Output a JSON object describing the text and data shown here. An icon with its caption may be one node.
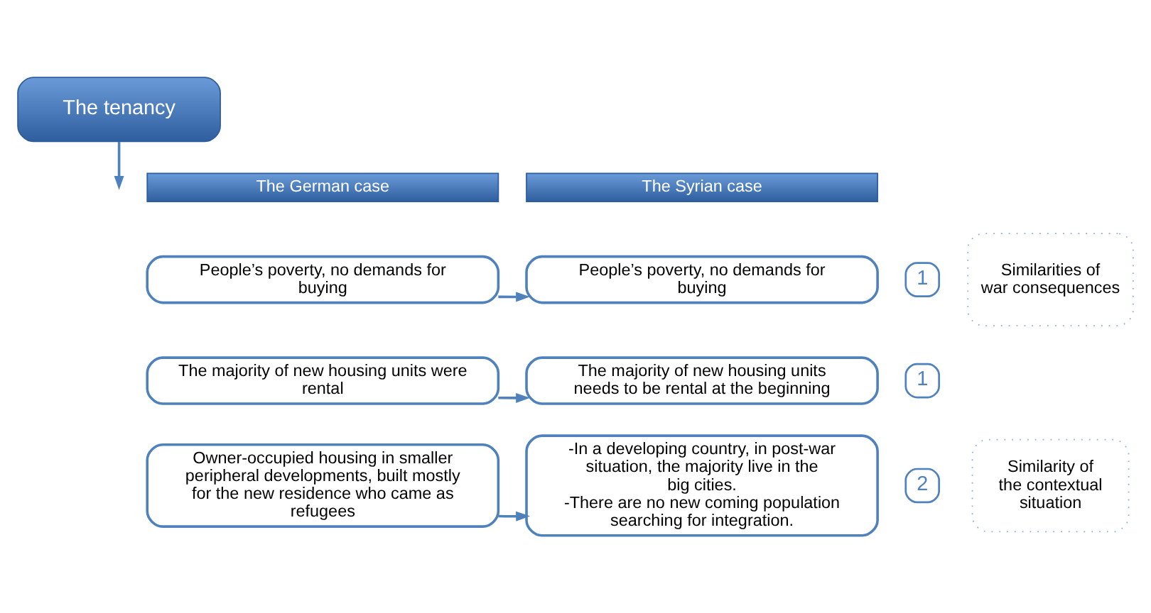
{
  "diagram": {
    "nodes": [
      {
        "text": [
          "The tenancy"
        ]
      },
      {
        "text": [
          "The German case"
        ]
      },
      {
        "text": [
          "The Syrian case"
        ]
      },
      {
        "text": [
          "Similarities of war consequences"
        ]
      },
      {
        "text": [
          "1"
        ]
      },
      {
        "text": [
          "People’s poverty, no demands for buying"
        ]
      },
      {
        "text": [
          "People’s poverty, no demands for buying"
        ]
      },
      {
        "text": [
          "1"
        ]
      },
      {
        "text": [
          "The majority of new housing units were rental"
        ]
      },
      {
        "text": [
          "The majority of new housing units needs to be rental at the beginning"
        ]
      },
      {
        "text": [
          "Similarity of the contextual situation"
        ]
      },
      {
        "text": [
          "2"
        ]
      },
      {
        "text": [
          "Owner-occupied housing in smaller peripheral developments, built mostly for the new residence who came as refugees"
        ]
      },
      {
        "text": [
          "-In a developing country, in post-war situation, the majority live in the big cities.",
          "-There are no new coming population searching for integration."
        ]
      }
    ],
    "edges": [
      {
        "from": 0,
        "to": null,
        "arrow": "to"
      },
      {
        "from": 5,
        "to": 6,
        "arrow": "to"
      },
      {
        "from": 8,
        "to": 9,
        "arrow": "to"
      },
      {
        "from": 12,
        "to": 13,
        "arrow": "to"
      }
    ]
  }
}
